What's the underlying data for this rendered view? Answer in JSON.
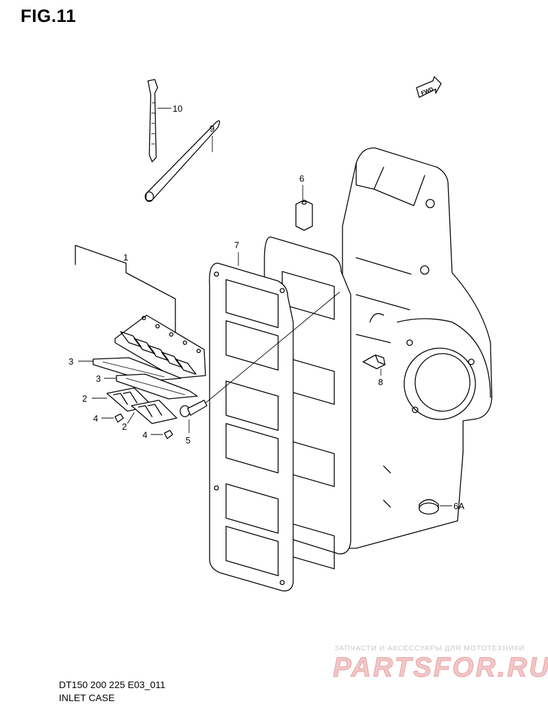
{
  "figure_title": "FIG.11",
  "footer": {
    "model_code": "DT150 200 225 E03_011",
    "section_name": "INLET CASE"
  },
  "direction_badge": "FWD",
  "watermark": {
    "tagline": "ЗАПЧАСТИ И АКСЕССУАРЫ ДЛЯ МОТОТЕХНИКИ",
    "logo_text": "PARTSFOR.RU"
  },
  "callouts": {
    "c1": "1",
    "c2a": "2",
    "c2b": "2",
    "c3a": "3",
    "c3b": "3",
    "c4a": "4",
    "c4b": "4",
    "c5": "5",
    "c6": "6",
    "c6a": "6A",
    "c7": "7",
    "c8": "8",
    "c9": "9",
    "c10": "10"
  }
}
